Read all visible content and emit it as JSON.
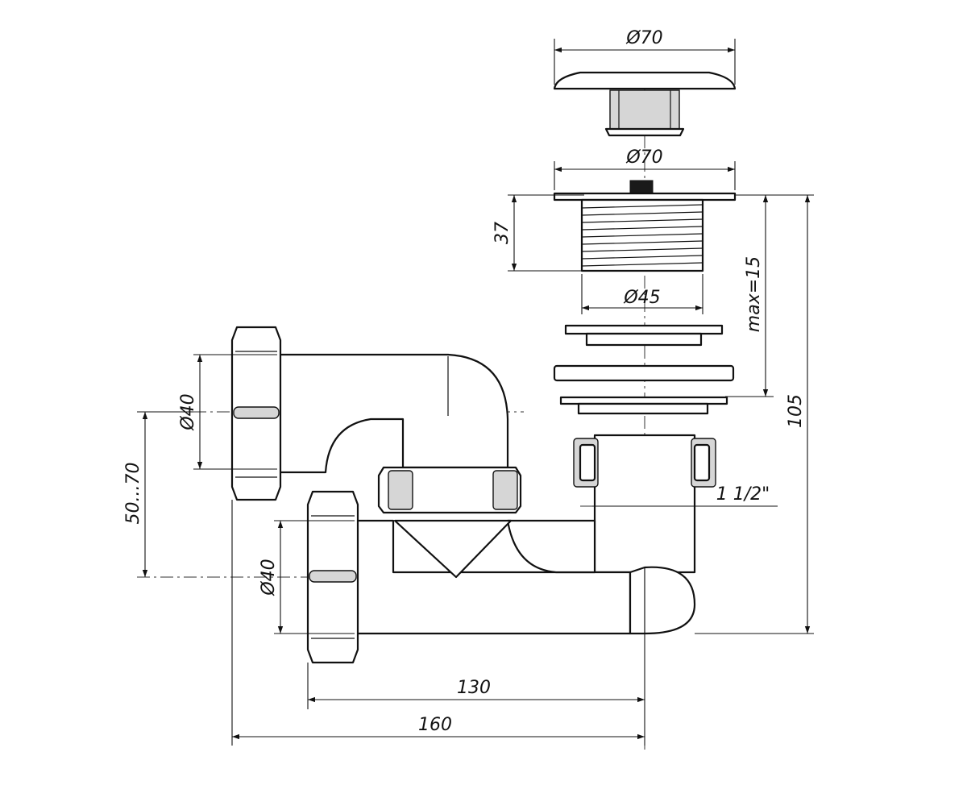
{
  "dimensions": {
    "plug_diameter": "Ø70",
    "flange_diameter": "Ø70",
    "thread_height": "37",
    "thread_diameter": "Ø45",
    "max_thickness": "max=15",
    "total_height": "105",
    "upper_inlet_diameter": "Ø40",
    "lower_outlet_diameter": "Ø40",
    "inlet_offset": "50...70",
    "trap_connection": "1 1/2\"",
    "horizontal_130": "130",
    "horizontal_160": "160"
  },
  "colors": {
    "line": "#111111",
    "shading": "#d6d6d6",
    "background": "#ffffff"
  }
}
